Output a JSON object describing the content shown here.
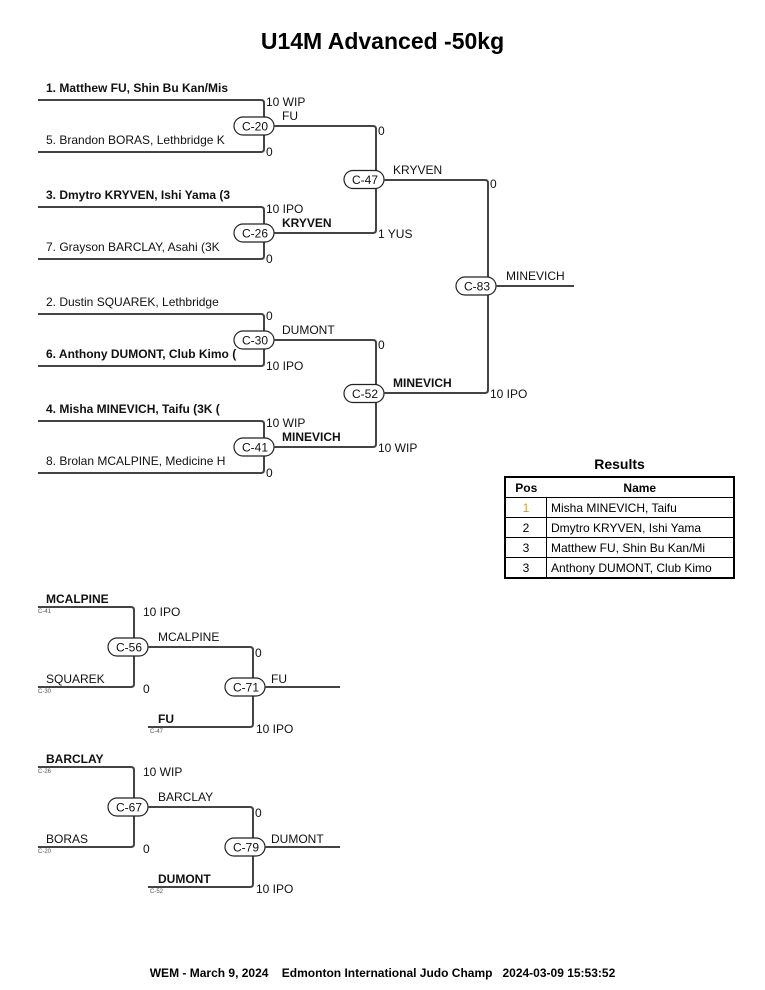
{
  "title": "U14M Advanced -50kg",
  "main_bracket": {
    "entries": [
      {
        "label": "1. Matthew FU, Shin Bu Kan/Mis",
        "bold": true,
        "score": "10 WIP"
      },
      {
        "label": "5. Brandon BORAS, Lethbridge K",
        "bold": false,
        "score": "0"
      },
      {
        "label": "3. Dmytro KRYVEN, Ishi Yama (3",
        "bold": true,
        "score": "10 IPO"
      },
      {
        "label": "7. Grayson BARCLAY, Asahi (3K",
        "bold": false,
        "score": "0"
      },
      {
        "label": "2. Dustin SQUAREK, Lethbridge",
        "bold": false,
        "score": "0"
      },
      {
        "label": "6. Anthony DUMONT, Club Kimo (",
        "bold": true,
        "score": "10 IPO"
      },
      {
        "label": "4. Misha MINEVICH, Taifu (3K (",
        "bold": true,
        "score": "10 WIP"
      },
      {
        "label": "8. Brolan MCALPINE, Medicine H",
        "bold": false,
        "score": "0"
      }
    ],
    "round1": [
      {
        "contest": "C-20",
        "winner": "FU",
        "winner_bold": false,
        "score_top": "0"
      },
      {
        "contest": "C-26",
        "winner": "KRYVEN",
        "winner_bold": true,
        "score_bottom": "1 YUS"
      },
      {
        "contest": "C-30",
        "winner": "DUMONT",
        "winner_bold": false,
        "score_top": "0"
      },
      {
        "contest": "C-41",
        "winner": "MINEVICH",
        "winner_bold": true,
        "score_bottom": "10 WIP"
      }
    ],
    "round2": [
      {
        "contest": "C-47",
        "winner": "KRYVEN",
        "winner_bold": false,
        "score": "0"
      },
      {
        "contest": "C-52",
        "winner": "MINEVICH",
        "winner_bold": true,
        "score": "10 IPO"
      }
    ],
    "final": {
      "contest": "C-83",
      "winner": "MINEVICH",
      "winner_bold": false
    }
  },
  "repechage": [
    {
      "top": {
        "name": "MCALPINE",
        "from": "C-41",
        "score": "10 IPO"
      },
      "bottom": {
        "name": "SQUAREK",
        "from": "C-30",
        "score": "0"
      },
      "contest1": "C-56",
      "winner1": "MCALPINE",
      "winner1_score": "0",
      "third": {
        "name": "FU",
        "from": "C-47",
        "score": "10 IPO"
      },
      "contest2": "C-71",
      "winner2": "FU"
    },
    {
      "top": {
        "name": "BARCLAY",
        "from": "C-26",
        "score": "10 WIP"
      },
      "bottom": {
        "name": "BORAS",
        "from": "C-20",
        "score": "0"
      },
      "contest1": "C-67",
      "winner1": "BARCLAY",
      "winner1_score": "0",
      "third": {
        "name": "DUMONT",
        "from": "C-52",
        "score": "10 IPO"
      },
      "contest2": "C-79",
      "winner2": "DUMONT"
    }
  ],
  "results": {
    "title": "Results",
    "headers": {
      "pos": "Pos",
      "name": "Name"
    },
    "rows": [
      {
        "pos": "1",
        "name": "Misha MINEVICH, Taifu"
      },
      {
        "pos": "2",
        "name": "Dmytro KRYVEN, Ishi Yama"
      },
      {
        "pos": "3",
        "name": "Matthew FU, Shin Bu Kan/Mi"
      },
      {
        "pos": "3",
        "name": "Anthony DUMONT, Club Kimo"
      }
    ]
  },
  "footer": {
    "event": "WEM - March 9, 2024",
    "tournament": "Edmonton International Judo Champ",
    "timestamp": "2024-03-09 15:53:52"
  }
}
